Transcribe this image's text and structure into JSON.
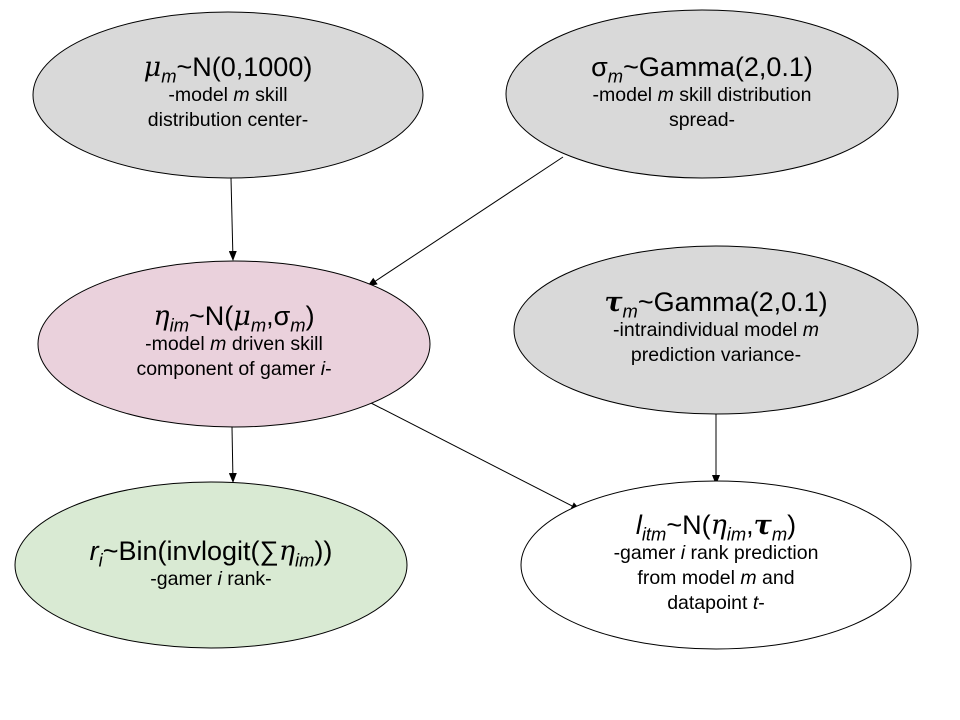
{
  "colors": {
    "gray_node": "#d9d9d9",
    "pink_node": "#ead1dc",
    "green_node": "#d9ead3",
    "white_node": "#ffffff",
    "stroke": "#000000"
  },
  "nodes": {
    "mu": {
      "formula": {
        "sym": "μ",
        "sub": "m",
        "rest": "~N(0,1000)"
      },
      "desc": [
        "-model ",
        "m",
        " skill",
        "distribution center-"
      ]
    },
    "sigma": {
      "formula": {
        "sym": "σ",
        "sub": "m",
        "rest": "~Gamma(2,0.1)"
      },
      "desc": [
        "-model ",
        "m",
        " skill distribution",
        "spread-"
      ]
    },
    "eta": {
      "formula": {
        "sym": "η",
        "sub": "im",
        "mid1": "~N(",
        "mu": "μ",
        "mu_sub": "m",
        "comma": ",σ",
        "sigma_sub": "m",
        "close": ")"
      },
      "desc": [
        "-model ",
        "m",
        " driven skill",
        "component of gamer ",
        "i",
        "-"
      ]
    },
    "tau": {
      "formula": {
        "sym": "τ",
        "sub": "m",
        "rest": "~Gamma(2,0.1)"
      },
      "desc": [
        "-intraindividual model ",
        "m",
        "prediction variance-"
      ]
    },
    "r": {
      "formula": {
        "sym": "r",
        "sub": "i",
        "mid": "~Bin(invlogit(∑",
        "eta": "η",
        "eta_sub": "im",
        "close": "))"
      },
      "desc": [
        "-gamer ",
        "i",
        " rank-"
      ]
    },
    "l": {
      "formula": {
        "sym": "l",
        "sub": "itm",
        "mid": "~N(",
        "eta": "η",
        "eta_sub": "im",
        "comma": ",",
        "tau": "τ",
        "tau_sub": "m",
        "close": ")"
      },
      "desc": [
        "-gamer ",
        "i",
        " rank prediction",
        "from model ",
        "m",
        " and",
        "datapoint ",
        "t",
        "-"
      ]
    }
  }
}
